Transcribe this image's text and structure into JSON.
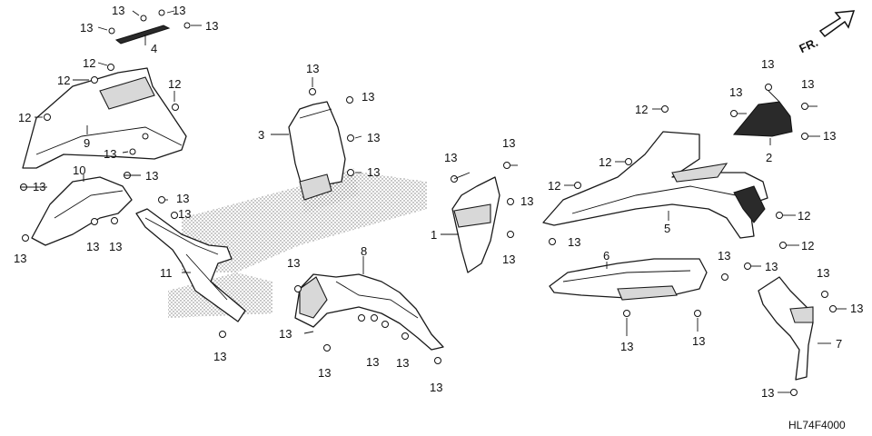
{
  "diagram": {
    "direction_label": "FR.",
    "figure_code": "HL74F4000",
    "part_numbers": [
      "1",
      "2",
      "3",
      "4",
      "5",
      "6",
      "7",
      "8",
      "9",
      "10",
      "11",
      "12",
      "13"
    ],
    "fastener_labels": {
      "clip": "13",
      "screw": "12"
    }
  }
}
